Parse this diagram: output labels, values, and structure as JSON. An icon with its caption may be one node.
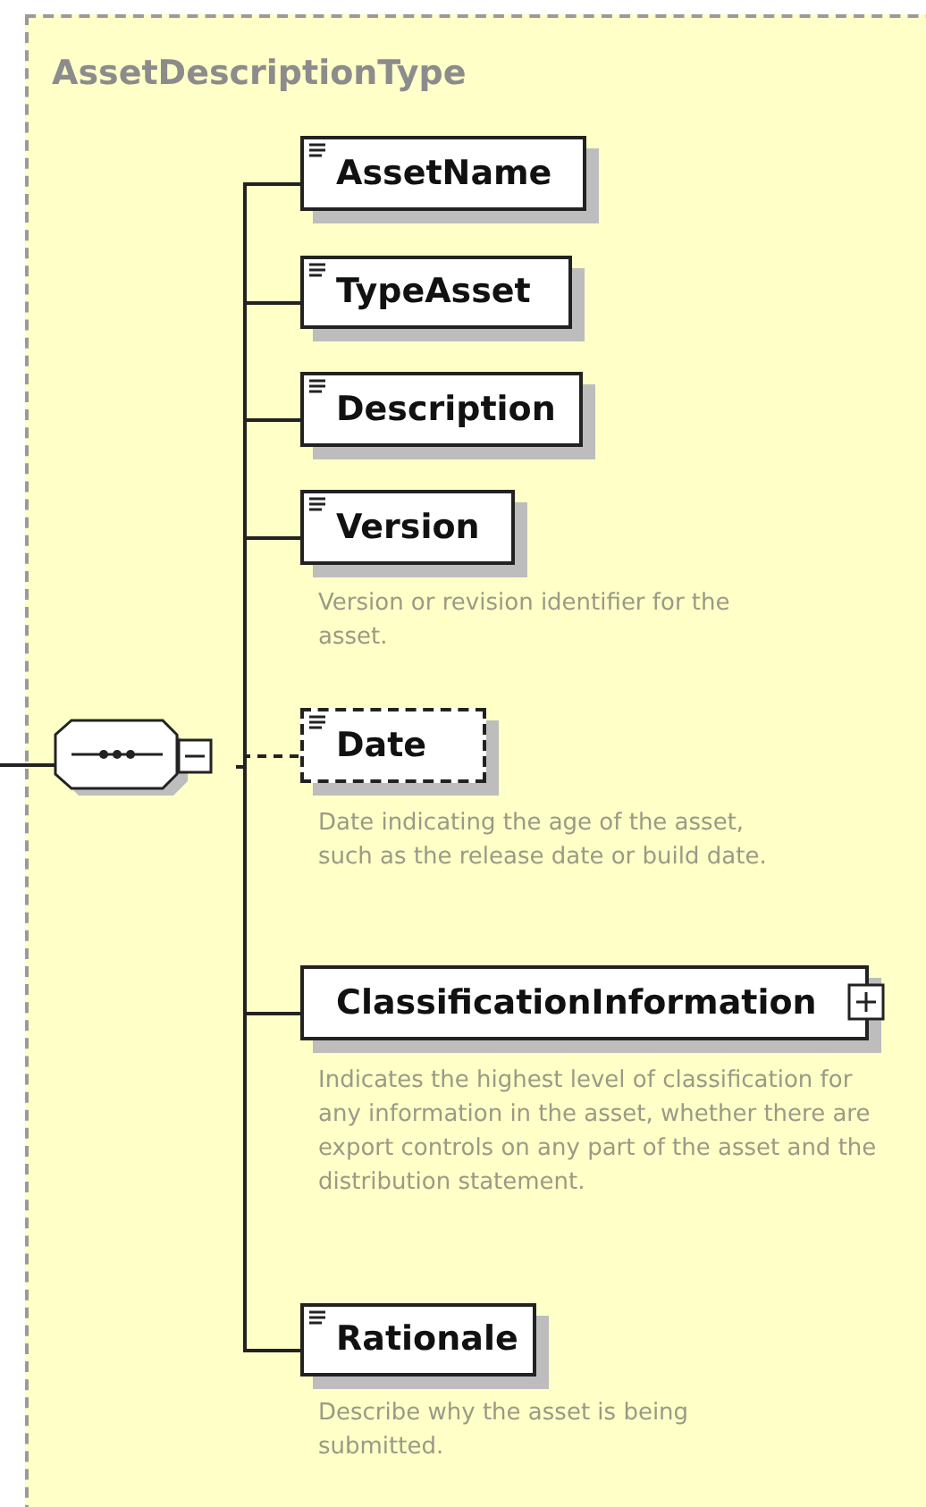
{
  "diagram": {
    "nodes": [
      {
        "text": [
          "AssetDescriptionType"
        ]
      },
      {
        "text": [],
        "shape": "octagon",
        "in": 0
      },
      {
        "text": [
          "AssetName"
        ],
        "in": 0
      },
      {
        "text": [
          "TypeAsset"
        ],
        "in": 0
      },
      {
        "text": [
          "Description"
        ],
        "in": 0
      },
      {
        "text": [
          "Version"
        ],
        "in": 0,
        "beside": [
          "Version or revision identifier for the asset."
        ]
      },
      {
        "text": [
          "Date"
        ],
        "in": 0,
        "beside": [
          "Date indicating the age of the asset, such as the release date or build date."
        ]
      },
      {
        "text": [
          "ClassificationInformation"
        ],
        "in": 0,
        "beside": [
          "Indicates the highest level of classification for any information in the asset, whether there are export controls on any part of the asset and the distribution statement."
        ]
      },
      {
        "text": [
          "Rationale"
        ],
        "in": 0,
        "beside": [
          "Describe why the asset is being submitted."
        ]
      }
    ],
    "edges": [
      {
        "from": null,
        "to": 1,
        "arrow": "none"
      },
      {
        "from": 1,
        "to": 2,
        "arrow": "none"
      },
      {
        "from": 1,
        "to": 3,
        "arrow": "none"
      },
      {
        "from": 1,
        "to": 4,
        "arrow": "none"
      },
      {
        "from": 1,
        "to": 5,
        "arrow": "none"
      },
      {
        "from": 1,
        "to": 6,
        "arrow": "none",
        "style": "dashed"
      },
      {
        "from": 1,
        "to": 7,
        "arrow": "none"
      },
      {
        "from": 1,
        "to": 8,
        "arrow": "none"
      }
    ]
  }
}
